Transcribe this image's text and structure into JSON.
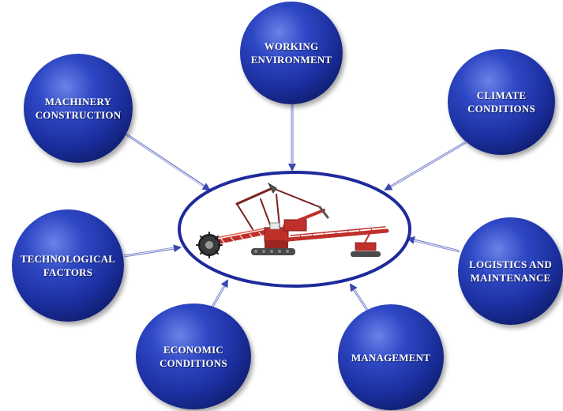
{
  "nodes": {
    "working": [
      "WORKING",
      "ENVIRONMENT"
    ],
    "machinery": [
      "MACHINERY",
      "CONSTRUCTION"
    ],
    "climate": [
      "CLIMATE",
      "CONDITIONS"
    ],
    "technological": [
      "TECHNOLOGICAL",
      "FACTORS"
    ],
    "logistics": [
      "LOGISTICS AND",
      "MAINTENANCE"
    ],
    "economic": [
      "ECONOMIC",
      "CONDITIONS"
    ],
    "management": [
      "MANAGEMENT"
    ]
  },
  "colors": {
    "node_fill": "#1b2f9e",
    "ellipse_stroke": "#1e2a9c",
    "arrow": "#6b76c8",
    "machine": "#c0302a"
  },
  "center_image": "bucket-wheel-excavator-icon"
}
